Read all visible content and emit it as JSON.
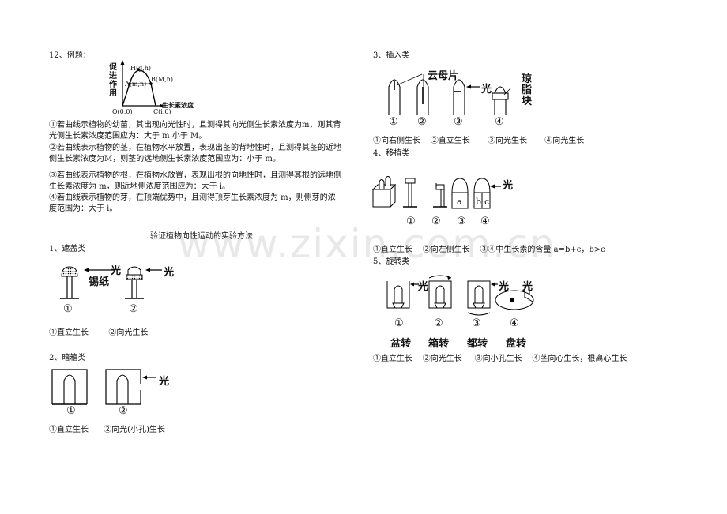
{
  "watermark": "www.zixin.com.cn",
  "left": {
    "example_title": "12、例题：",
    "graph": {
      "ylabel": "促进作用",
      "xlabel": "生长素浓度",
      "point_H": "H(g,h)",
      "point_A": "A(m,n)",
      "point_B": "B(M,n)",
      "point_O": "O(0,0)",
      "point_C": "C(i,0)"
    },
    "paragraphs": [
      "①若曲线示植物的幼苗，其出现向光性时，且测得其向光侧生长素浓度为m，则其背光侧生长素浓度范围应为：大于 m 小于 M。",
      "②若曲线表示植物的茎，在植物水平放置，表现出茎的背地性时，且测得其茎的近地侧生长素浓度为M，则茎的远地侧生长素浓度范围应为：小于 m。",
      "③若曲线表示植物的根，在植物水放置，表现出根的向地性时，且测得其根的远地侧生长素浓度为 m，则近地侧浓度范围应为：大于 i。",
      "④若曲线表示植物的芽，在顶端优势中，且测得顶芽生长素浓度为 m，则侧芽的浓度范围为：大于 i。"
    ],
    "section_title": "验证植物向性运动的实验方法",
    "s1": {
      "title": "1、遮盖类",
      "light": "光",
      "foil": "锡纸",
      "light2": "光",
      "n1": "①",
      "n2": "②",
      "caption": "①直立生长        ②向光生长"
    },
    "s2": {
      "title": "2、暗箱类",
      "light": "光",
      "n1": "①",
      "n2": "②",
      "caption": "①直立生长      ②向光(小孔)生长"
    }
  },
  "right": {
    "s3": {
      "title": "3、插入类",
      "mica": "云母片",
      "light": "光",
      "agar": [
        "琼",
        "脂",
        "块"
      ],
      "nums": [
        "①",
        "②",
        "③",
        "④"
      ],
      "caption": "①向右侧生长    ②直立生长       ③向光生长       ④向光生长"
    },
    "s4": {
      "title": "4、移植类",
      "light": "光",
      "a": "a",
      "b": "b",
      "c": "c",
      "nums": [
        "①",
        "②",
        "③",
        "④"
      ],
      "caption": "①直立生长    ②向左侧生长    ③④中生长素的含量 a=b+c，b>c"
    },
    "s5": {
      "title": "5、旋转类",
      "light": "光",
      "nums": [
        "①",
        "②",
        "③",
        "④"
      ],
      "labels": [
        "盆转",
        "箱转",
        "都转",
        "盘转"
      ],
      "caption": "①直立生长    ②向光生长     ③向小孔生长    ④茎向心生长，根离心生长"
    }
  }
}
